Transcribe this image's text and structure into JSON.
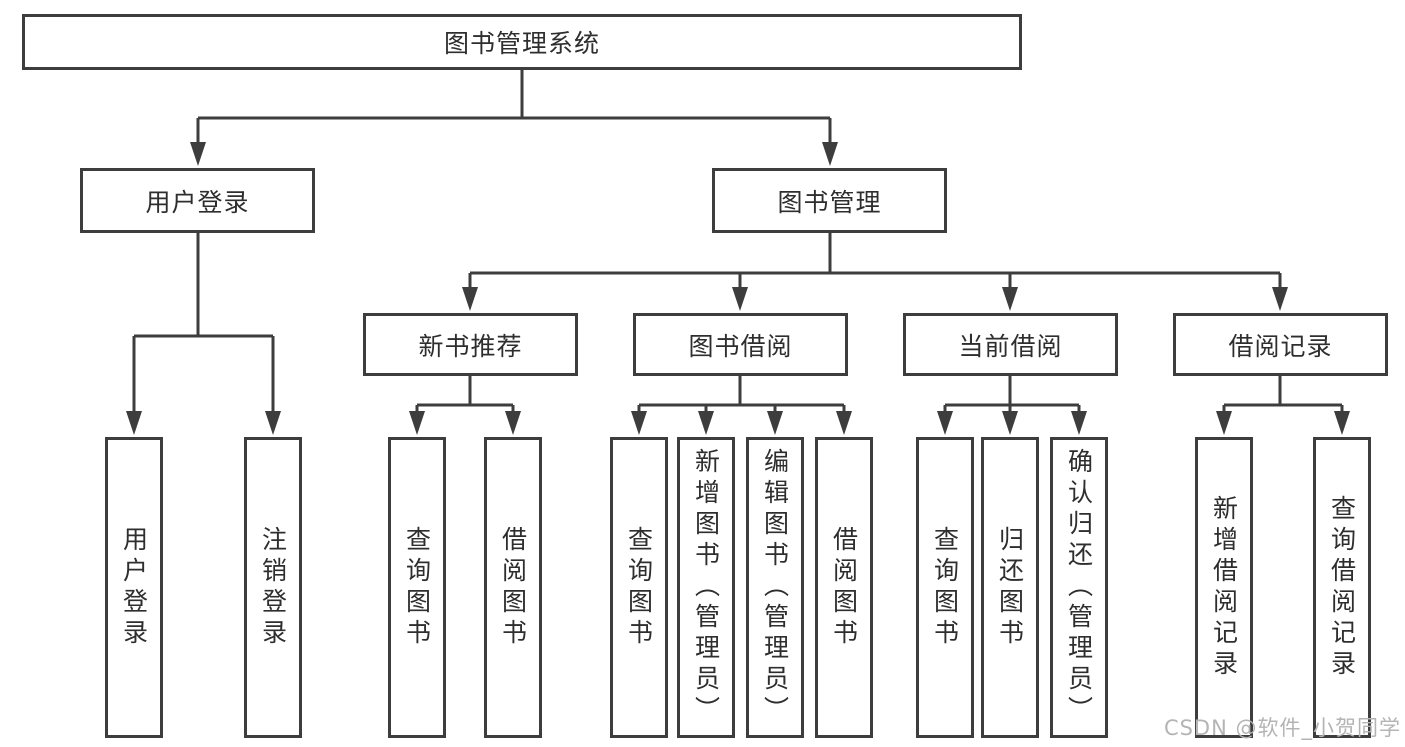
{
  "diagram": {
    "title": "图书管理系统",
    "tree": {
      "root": {
        "label": "图书管理系统",
        "children": [
          {
            "label": "用户登录",
            "children": [
              {
                "label": "用户登录"
              },
              {
                "label": "注销登录"
              }
            ]
          },
          {
            "label": "图书管理",
            "children": [
              {
                "label": "新书推荐",
                "children": [
                  {
                    "label": "查询图书"
                  },
                  {
                    "label": "借阅图书"
                  }
                ]
              },
              {
                "label": "图书借阅",
                "children": [
                  {
                    "label": "查询图书"
                  },
                  {
                    "label": "新增图书（管理员）"
                  },
                  {
                    "label": "编辑图书（管理员）"
                  },
                  {
                    "label": "借阅图书"
                  }
                ]
              },
              {
                "label": "当前借阅",
                "children": [
                  {
                    "label": "查询图书"
                  },
                  {
                    "label": "归还图书"
                  },
                  {
                    "label": "确认归还（管理员）"
                  }
                ]
              },
              {
                "label": "借阅记录",
                "children": [
                  {
                    "label": "新增借阅记录"
                  },
                  {
                    "label": "查询借阅记录"
                  }
                ]
              }
            ]
          }
        ]
      }
    },
    "colors": {
      "line": "#3d3d3d",
      "text": "#2e2e2e",
      "background": "#ffffff",
      "watermark": "#b4b4b4"
    }
  },
  "watermark": {
    "text": "CSDN @软件_小贺同学"
  }
}
